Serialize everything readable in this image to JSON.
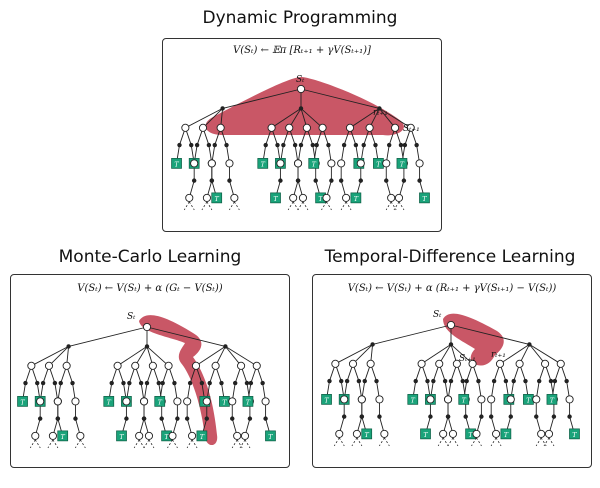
{
  "panels": [
    {
      "key": "dp",
      "title": "Dynamic Programming",
      "formula": "V(Sₜ) ← 𝔼π [Rₜ₊₁ + γV(Sₜ₊₁)]",
      "labels": [
        "Sₜ",
        "rₜ₊₁",
        "Sₜ₊₁"
      ]
    },
    {
      "key": "mc",
      "title": "Monte-Carlo Learning",
      "formula": "V(Sₜ) ← V(Sₜ) + α (Gₜ − V(Sₜ))",
      "labels": [
        "Sₜ"
      ]
    },
    {
      "key": "td",
      "title": "Temporal-Difference Learning",
      "formula": "V(Sₜ) ← V(Sₜ) + α (Rₜ₊₁ + γV(Sₜ₊₁) − V(Sₜ))",
      "labels": [
        "Sₜ",
        "rₜ₊₁",
        "Sₜ₊₁"
      ]
    }
  ],
  "terminal_label": "T",
  "colors": {
    "highlight": "#c0394b",
    "terminal": "#1aa37a",
    "line": "#222222",
    "border": "#333333"
  }
}
